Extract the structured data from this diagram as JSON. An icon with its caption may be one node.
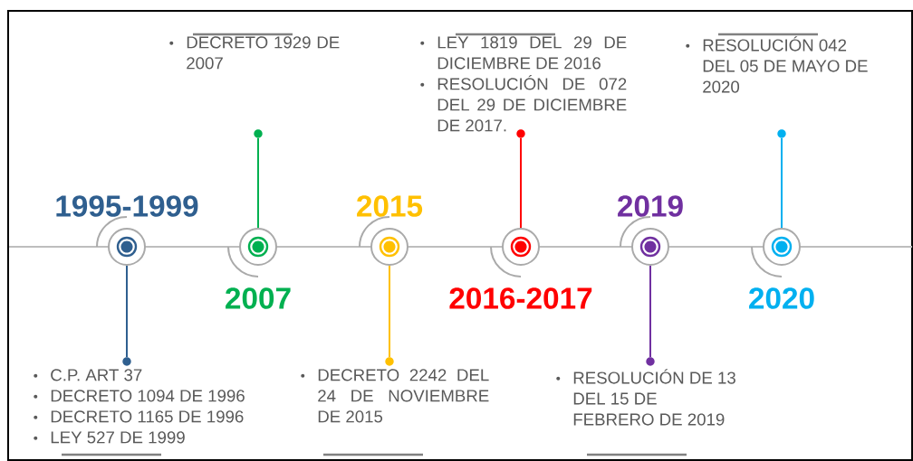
{
  "diagram": {
    "nodes": [
      {
        "text": [],
        "shape": "circle",
        "beside": [
          "1995-1999"
        ]
      },
      {
        "text": [],
        "shape": "circle",
        "beside": [
          "2007"
        ]
      },
      {
        "text": [],
        "shape": "circle",
        "beside": [
          "2015"
        ]
      },
      {
        "text": [],
        "shape": "circle",
        "beside": [
          "2016-2017"
        ]
      },
      {
        "text": [],
        "shape": "circle",
        "beside": [
          "2019"
        ]
      },
      {
        "text": [],
        "shape": "circle",
        "beside": [
          "2020"
        ]
      },
      {
        "text": [
          "C.P. ART 37",
          "DECRETO 1094 DE 1996",
          "DECRETO 1165 DE 1996",
          "LEY 527 DE 1999"
        ]
      },
      {
        "text": [
          "DECRETO 1929 DE 2007"
        ]
      },
      {
        "text": [
          "DECRETO 2242 DEL 24 DE NOVIEMBRE DE 2015"
        ]
      },
      {
        "text": [
          "LEY 1819 DEL 29 DE DICIEMBRE DE 2016",
          "RESOLUCIÓN DE 072 DEL 29 DE DICIEMBRE DE 2017."
        ]
      },
      {
        "text": [
          "RESOLUCIÓN DE 13 DEL 15 DE FEBRERO DE 2019"
        ]
      },
      {
        "text": [
          "RESOLUCIÓN 042 DEL 05 DE MAYO DE 2020"
        ]
      },
      {
        "text": [],
        "shape": "circle"
      },
      {
        "text": [],
        "shape": "circle"
      },
      {
        "text": [],
        "shape": "circle"
      },
      {
        "text": [],
        "shape": "circle"
      },
      {
        "text": [],
        "shape": "circle"
      },
      {
        "text": [],
        "shape": "circle"
      }
    ],
    "edges": [
      {
        "from": 0,
        "to": 12,
        "arrow": "none",
        "color": "#2f5f8f"
      },
      {
        "from": 1,
        "to": 13,
        "arrow": "none",
        "color": "#00b050"
      },
      {
        "from": 2,
        "to": 14,
        "arrow": "none",
        "color": "#ffc000"
      },
      {
        "from": 3,
        "to": 15,
        "arrow": "none",
        "color": "#ff0000"
      },
      {
        "from": 4,
        "to": 16,
        "arrow": "none",
        "color": "#7030a0"
      },
      {
        "from": 5,
        "to": 17,
        "arrow": "none",
        "color": "#00b0f0"
      }
    ]
  }
}
